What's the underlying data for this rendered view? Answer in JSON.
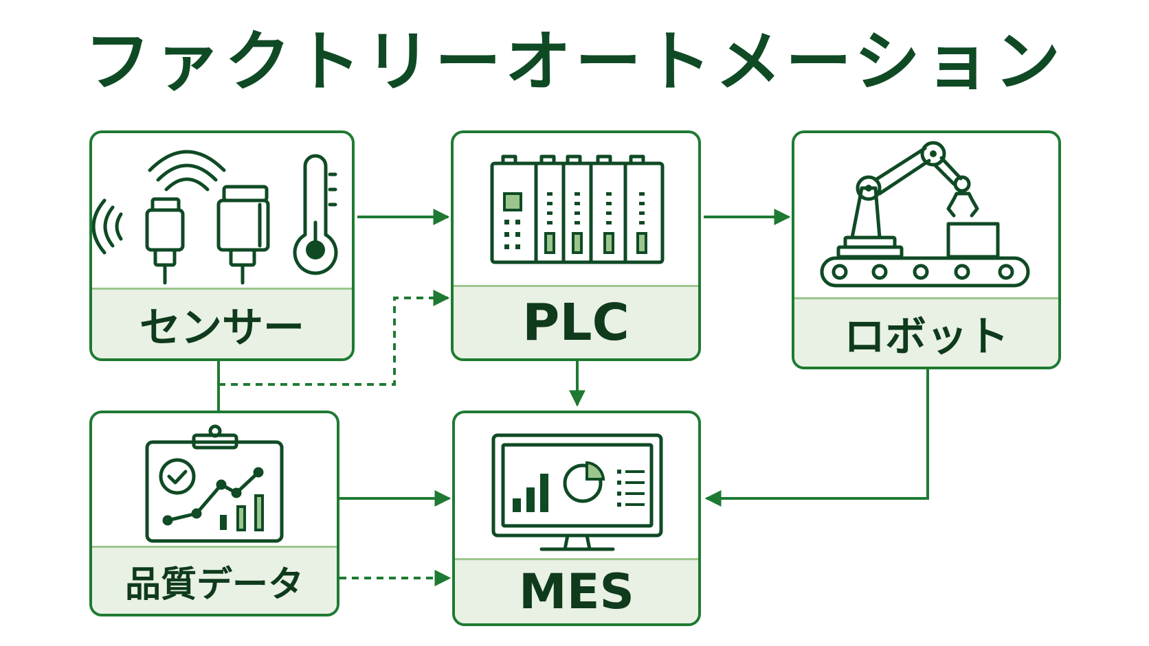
{
  "title": "ファクトリーオートメーション",
  "nodes": {
    "sensor": {
      "label": "センサー",
      "icons": [
        "wireless-sensor-icon",
        "cylindrical-sensor-icon",
        "thermometer-icon"
      ]
    },
    "plc": {
      "label": "PLC",
      "icons": [
        "plc-rack-icon"
      ]
    },
    "robot": {
      "label": "ロボット",
      "icons": [
        "robot-arm-icon",
        "conveyor-icon"
      ]
    },
    "quality": {
      "label": "品質データ",
      "icons": [
        "clipboard-chart-icon"
      ]
    },
    "mes": {
      "label": "MES",
      "icons": [
        "monitor-dashboard-icon"
      ]
    }
  },
  "connections": [
    {
      "from": "sensor",
      "to": "plc",
      "style": "solid"
    },
    {
      "from": "plc",
      "to": "robot",
      "style": "solid"
    },
    {
      "from": "plc",
      "to": "mes",
      "style": "solid"
    },
    {
      "from": "robot",
      "to": "mes",
      "style": "solid"
    },
    {
      "from": "quality",
      "to": "mes",
      "style": "solid"
    },
    {
      "from": "quality",
      "to": "mes",
      "style": "dashed"
    },
    {
      "from": "sensor",
      "to": "plc",
      "style": "dashed"
    },
    {
      "from": "sensor",
      "to": "quality",
      "style": "solid"
    }
  ],
  "colors": {
    "accent": "#1e7a32",
    "dark": "#0f4a24",
    "label_bg": "#e8f1e3",
    "light_green": "#9cc58e"
  }
}
